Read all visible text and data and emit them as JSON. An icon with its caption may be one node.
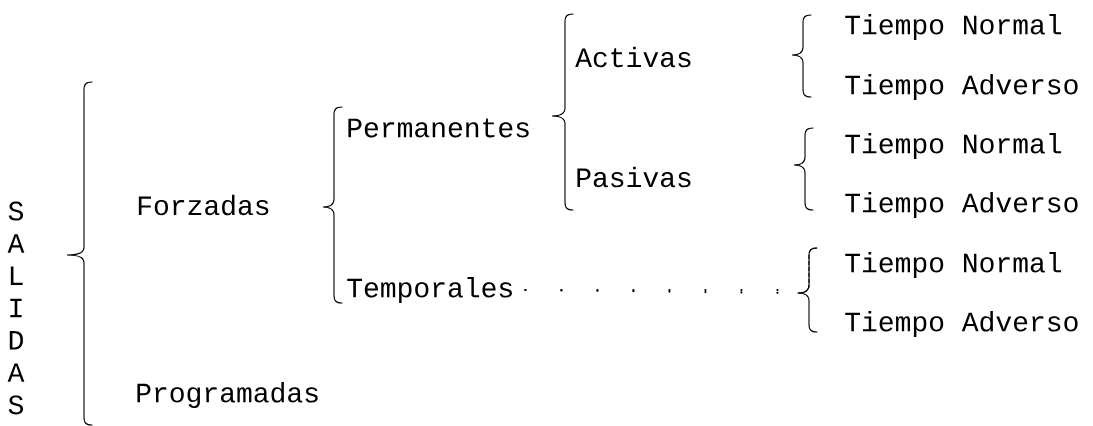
{
  "diagram": {
    "nodes": [
      {
        "text": [
          "SALIDAS"
        ]
      },
      {
        "text": [
          "Forzadas"
        ]
      },
      {
        "text": [
          "Permanentes"
        ]
      },
      {
        "text": [
          "Activas"
        ]
      },
      {
        "text": [
          "Tiempo Normal"
        ]
      },
      {
        "text": [
          "Tiempo Adverso"
        ]
      },
      {
        "text": [
          "Pasivas"
        ]
      },
      {
        "text": [
          "Tiempo Normal"
        ]
      },
      {
        "text": [
          "Tiempo Adverso"
        ]
      },
      {
        "text": [
          "Temporales"
        ]
      },
      {
        "text": [
          "Tiempo Normal"
        ]
      },
      {
        "text": [
          "Tiempo Adverso"
        ]
      },
      {
        "text": [
          "Programadas"
        ]
      },
      {
        "text": [],
        "shape": "brace"
      }
    ],
    "edges": [
      {
        "from": 9,
        "to": 13,
        "arrow": "none",
        "style": "dashed"
      }
    ]
  }
}
